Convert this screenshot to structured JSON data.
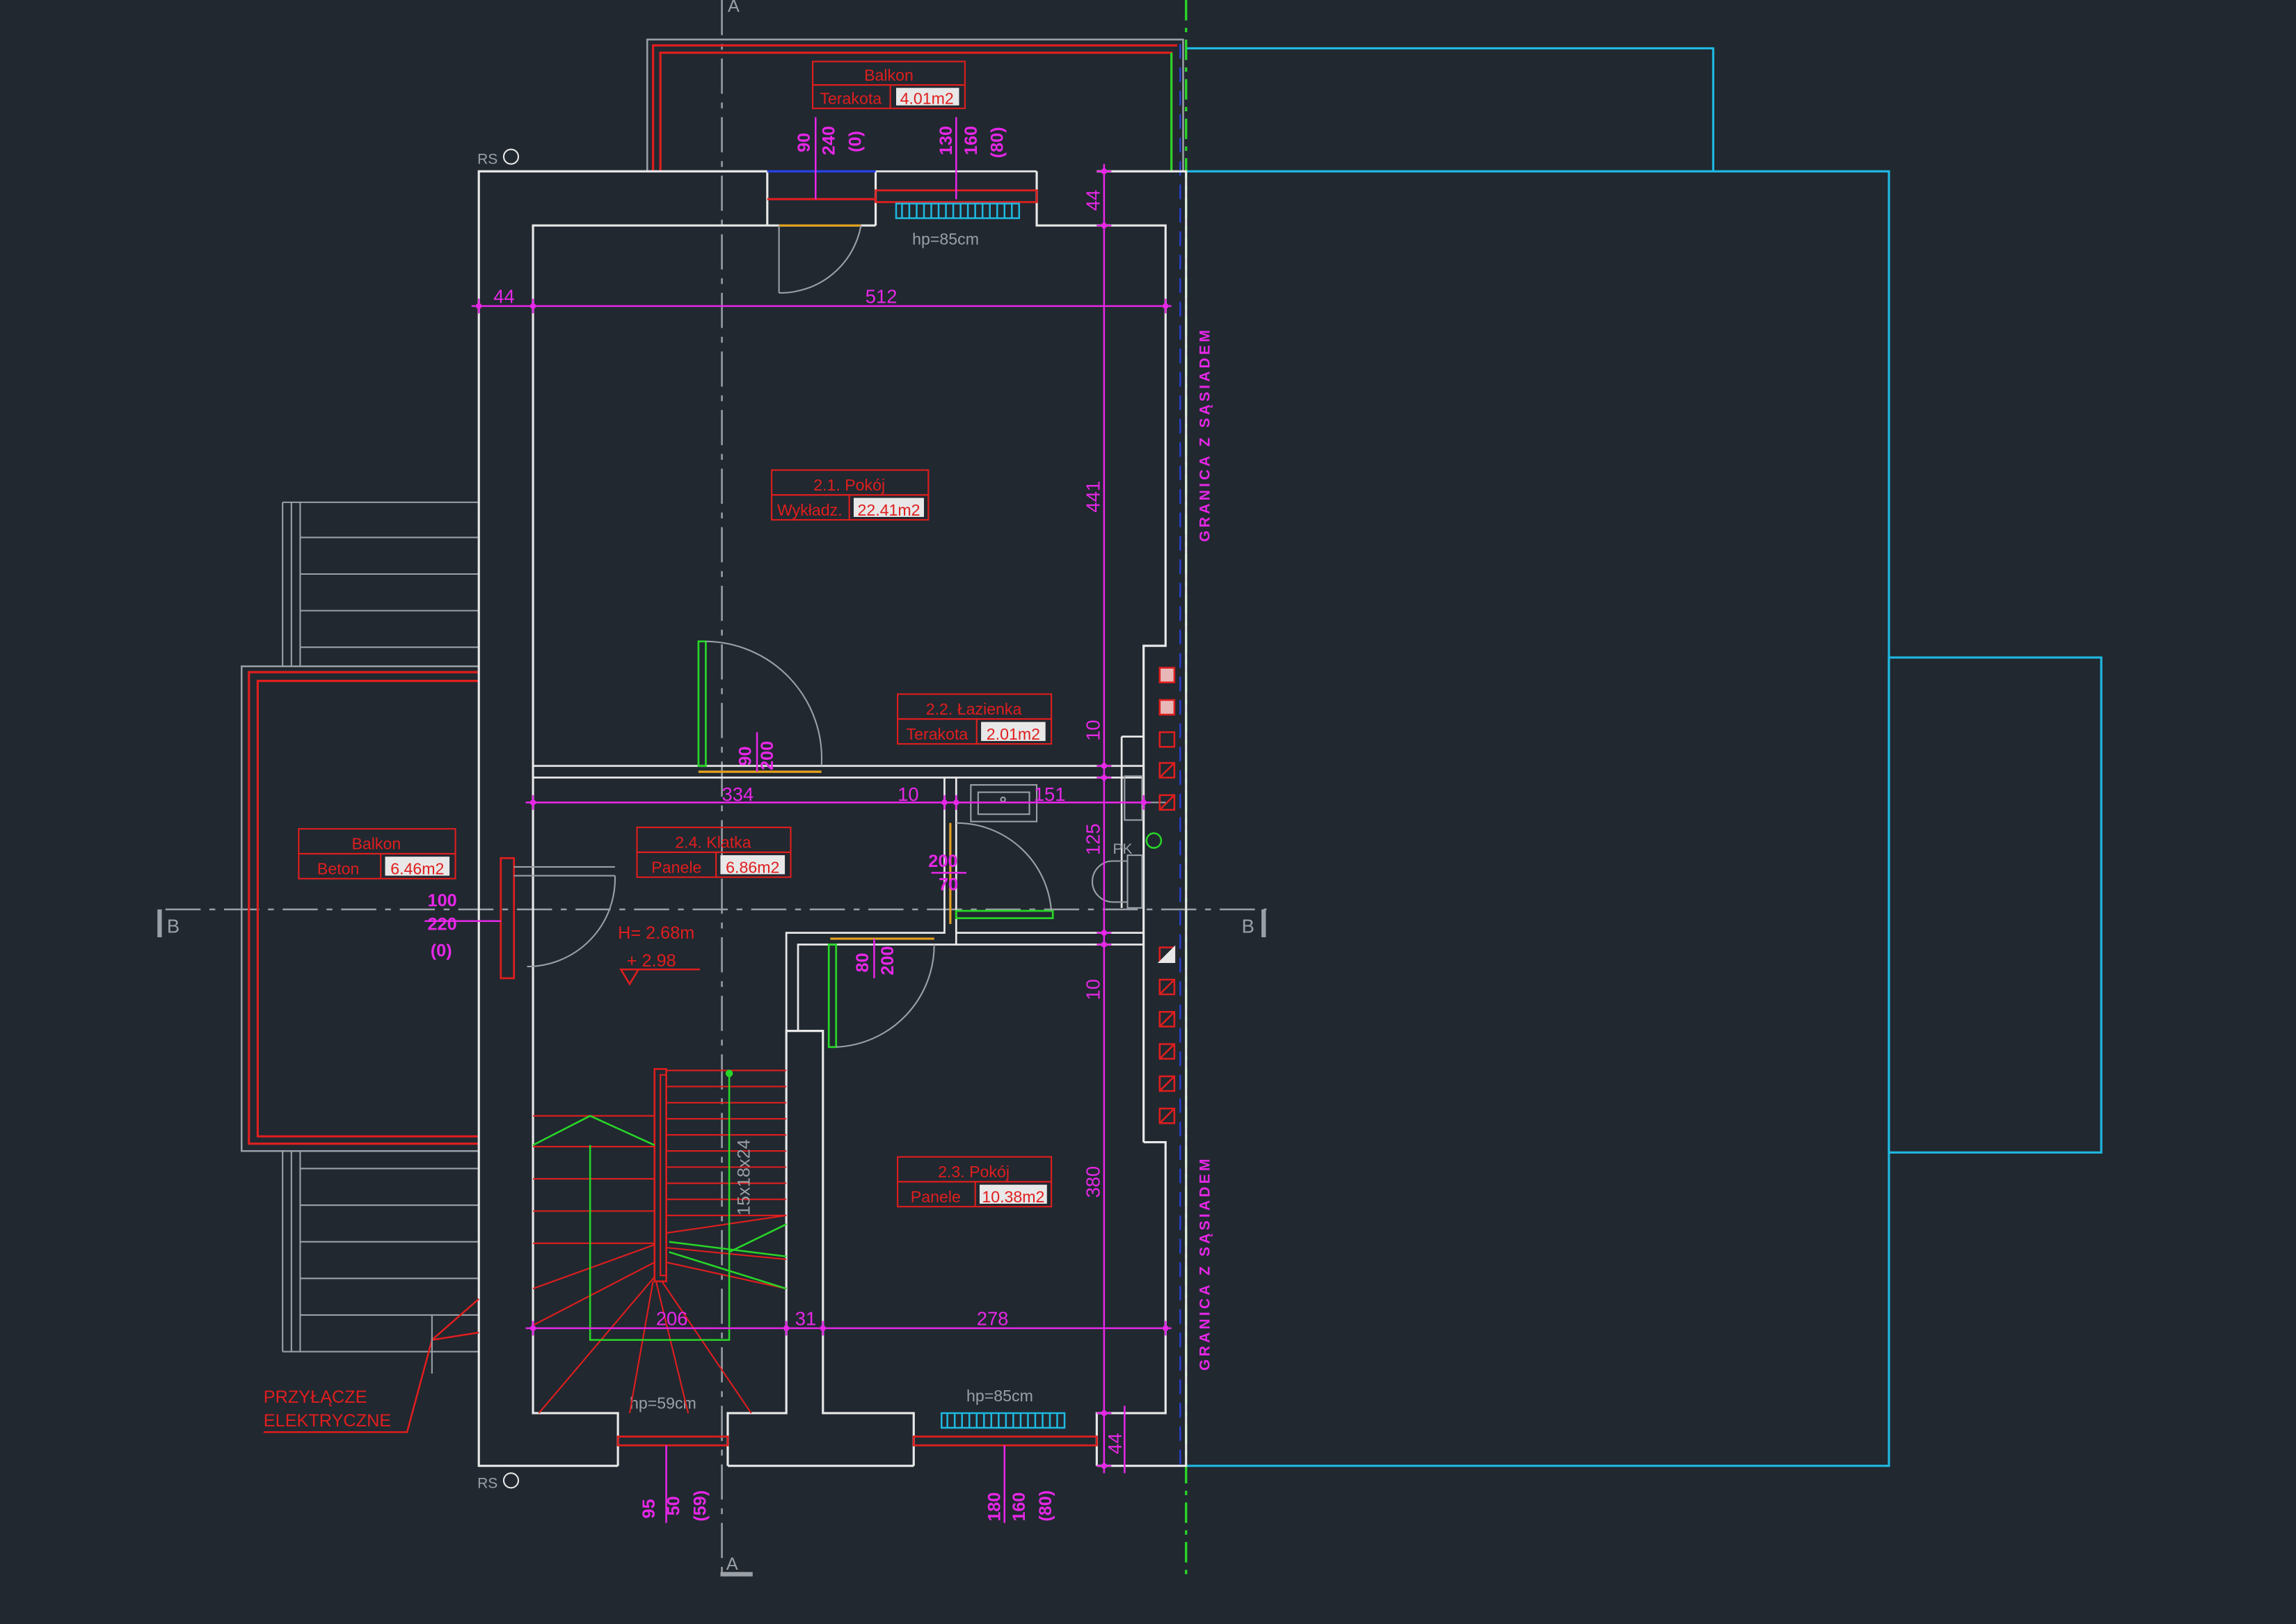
{
  "colors": {
    "background": "#212830",
    "wall": "#e8e8e8",
    "red": "#e01e1e",
    "magenta": "#e627e6",
    "cyan": "#1fb8e0",
    "green": "#28d628",
    "grey": "#9aa0a6",
    "orange": "#e6a21e",
    "blue": "#2842e6"
  },
  "section_marks": {
    "a_top": "A",
    "a_bottom": "A",
    "b_left": "B",
    "b_right": "B"
  },
  "survey_marks": {
    "top": "RS",
    "bottom": "RS"
  },
  "rooms": {
    "balcony_top": {
      "name": "Balkon",
      "material": "Terakota",
      "area": "4.01m2"
    },
    "room_21": {
      "name": "2.1. Pokój",
      "material": "Wykładz.",
      "area": "22.41m2"
    },
    "room_22": {
      "name": "2.2. Łazienka",
      "material": "Terakota",
      "area": "2.01m2"
    },
    "room_23": {
      "name": "2.3. Pokój",
      "material": "Panele",
      "area": "10.38m2"
    },
    "room_24": {
      "name": "2.4. Klatka",
      "material": "Panele",
      "area": "6.86m2"
    },
    "balcony_left": {
      "name": "Balkon",
      "material": "Beton",
      "area": "6.46m2"
    }
  },
  "openings": {
    "top_door": [
      "90",
      "240",
      "(0)"
    ],
    "top_window": [
      "130",
      "160",
      "(80)"
    ],
    "room21_door": [
      "90",
      "200"
    ],
    "bath_door": [
      "200",
      "70"
    ],
    "room23_door": [
      "80",
      "200"
    ],
    "balcony_door": [
      "100",
      "220",
      "(0)"
    ],
    "bottom_left_window": [
      "95",
      "50",
      "(59)"
    ],
    "bottom_right_window": [
      "180",
      "160",
      "(80)"
    ]
  },
  "radiators": {
    "top": "hp=85cm",
    "bottom_right": "hp=85cm",
    "bottom_left": "hp=59cm"
  },
  "dimensions": {
    "d44_top": "44",
    "d44_left": "44",
    "d512": "512",
    "d441": "441",
    "d10_upper": "10",
    "d334": "334",
    "d10_mid": "10",
    "d151": "151",
    "d125": "125",
    "d10_lower": "10",
    "d380": "380",
    "d206": "206",
    "d31": "31",
    "d278": "278",
    "d44_bottom": "44"
  },
  "levels": {
    "height": "H= 2.68m",
    "elevation": "+ 2.98"
  },
  "stair_label": "15x18x24",
  "shaft_label": "PK",
  "boundary_labels": {
    "upper": "GRANICA Z SĄSIADEM",
    "lower": "GRANICA Z SĄSIADEM"
  },
  "electric_connection": {
    "line1": "PRZYŁĄCZE",
    "line2": "ELEKTRYCZNE"
  }
}
